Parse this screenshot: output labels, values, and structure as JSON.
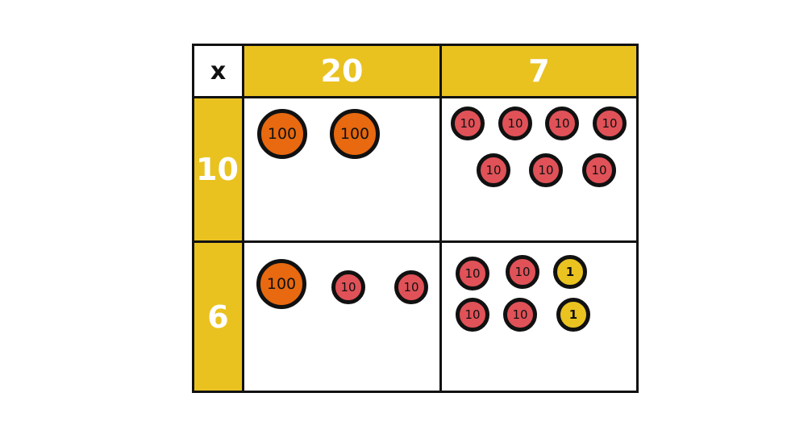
{
  "grid": {
    "operator": "x",
    "column_headers": [
      "20",
      "7"
    ],
    "row_headers": [
      "10",
      "6"
    ],
    "colors": {
      "header": "#e9c220",
      "border": "#111111",
      "counter_100": "#e8690f",
      "counter_10": "#e05258",
      "counter_1": "#eac321"
    },
    "cells": {
      "r1c1": [
        "100",
        "100"
      ],
      "r1c2": [
        "10",
        "10",
        "10",
        "10",
        "10",
        "10",
        "10"
      ],
      "r2c1": [
        "100",
        "10",
        "10"
      ],
      "r2c2": [
        "10",
        "10",
        "1",
        "10",
        "10",
        "1"
      ]
    }
  }
}
